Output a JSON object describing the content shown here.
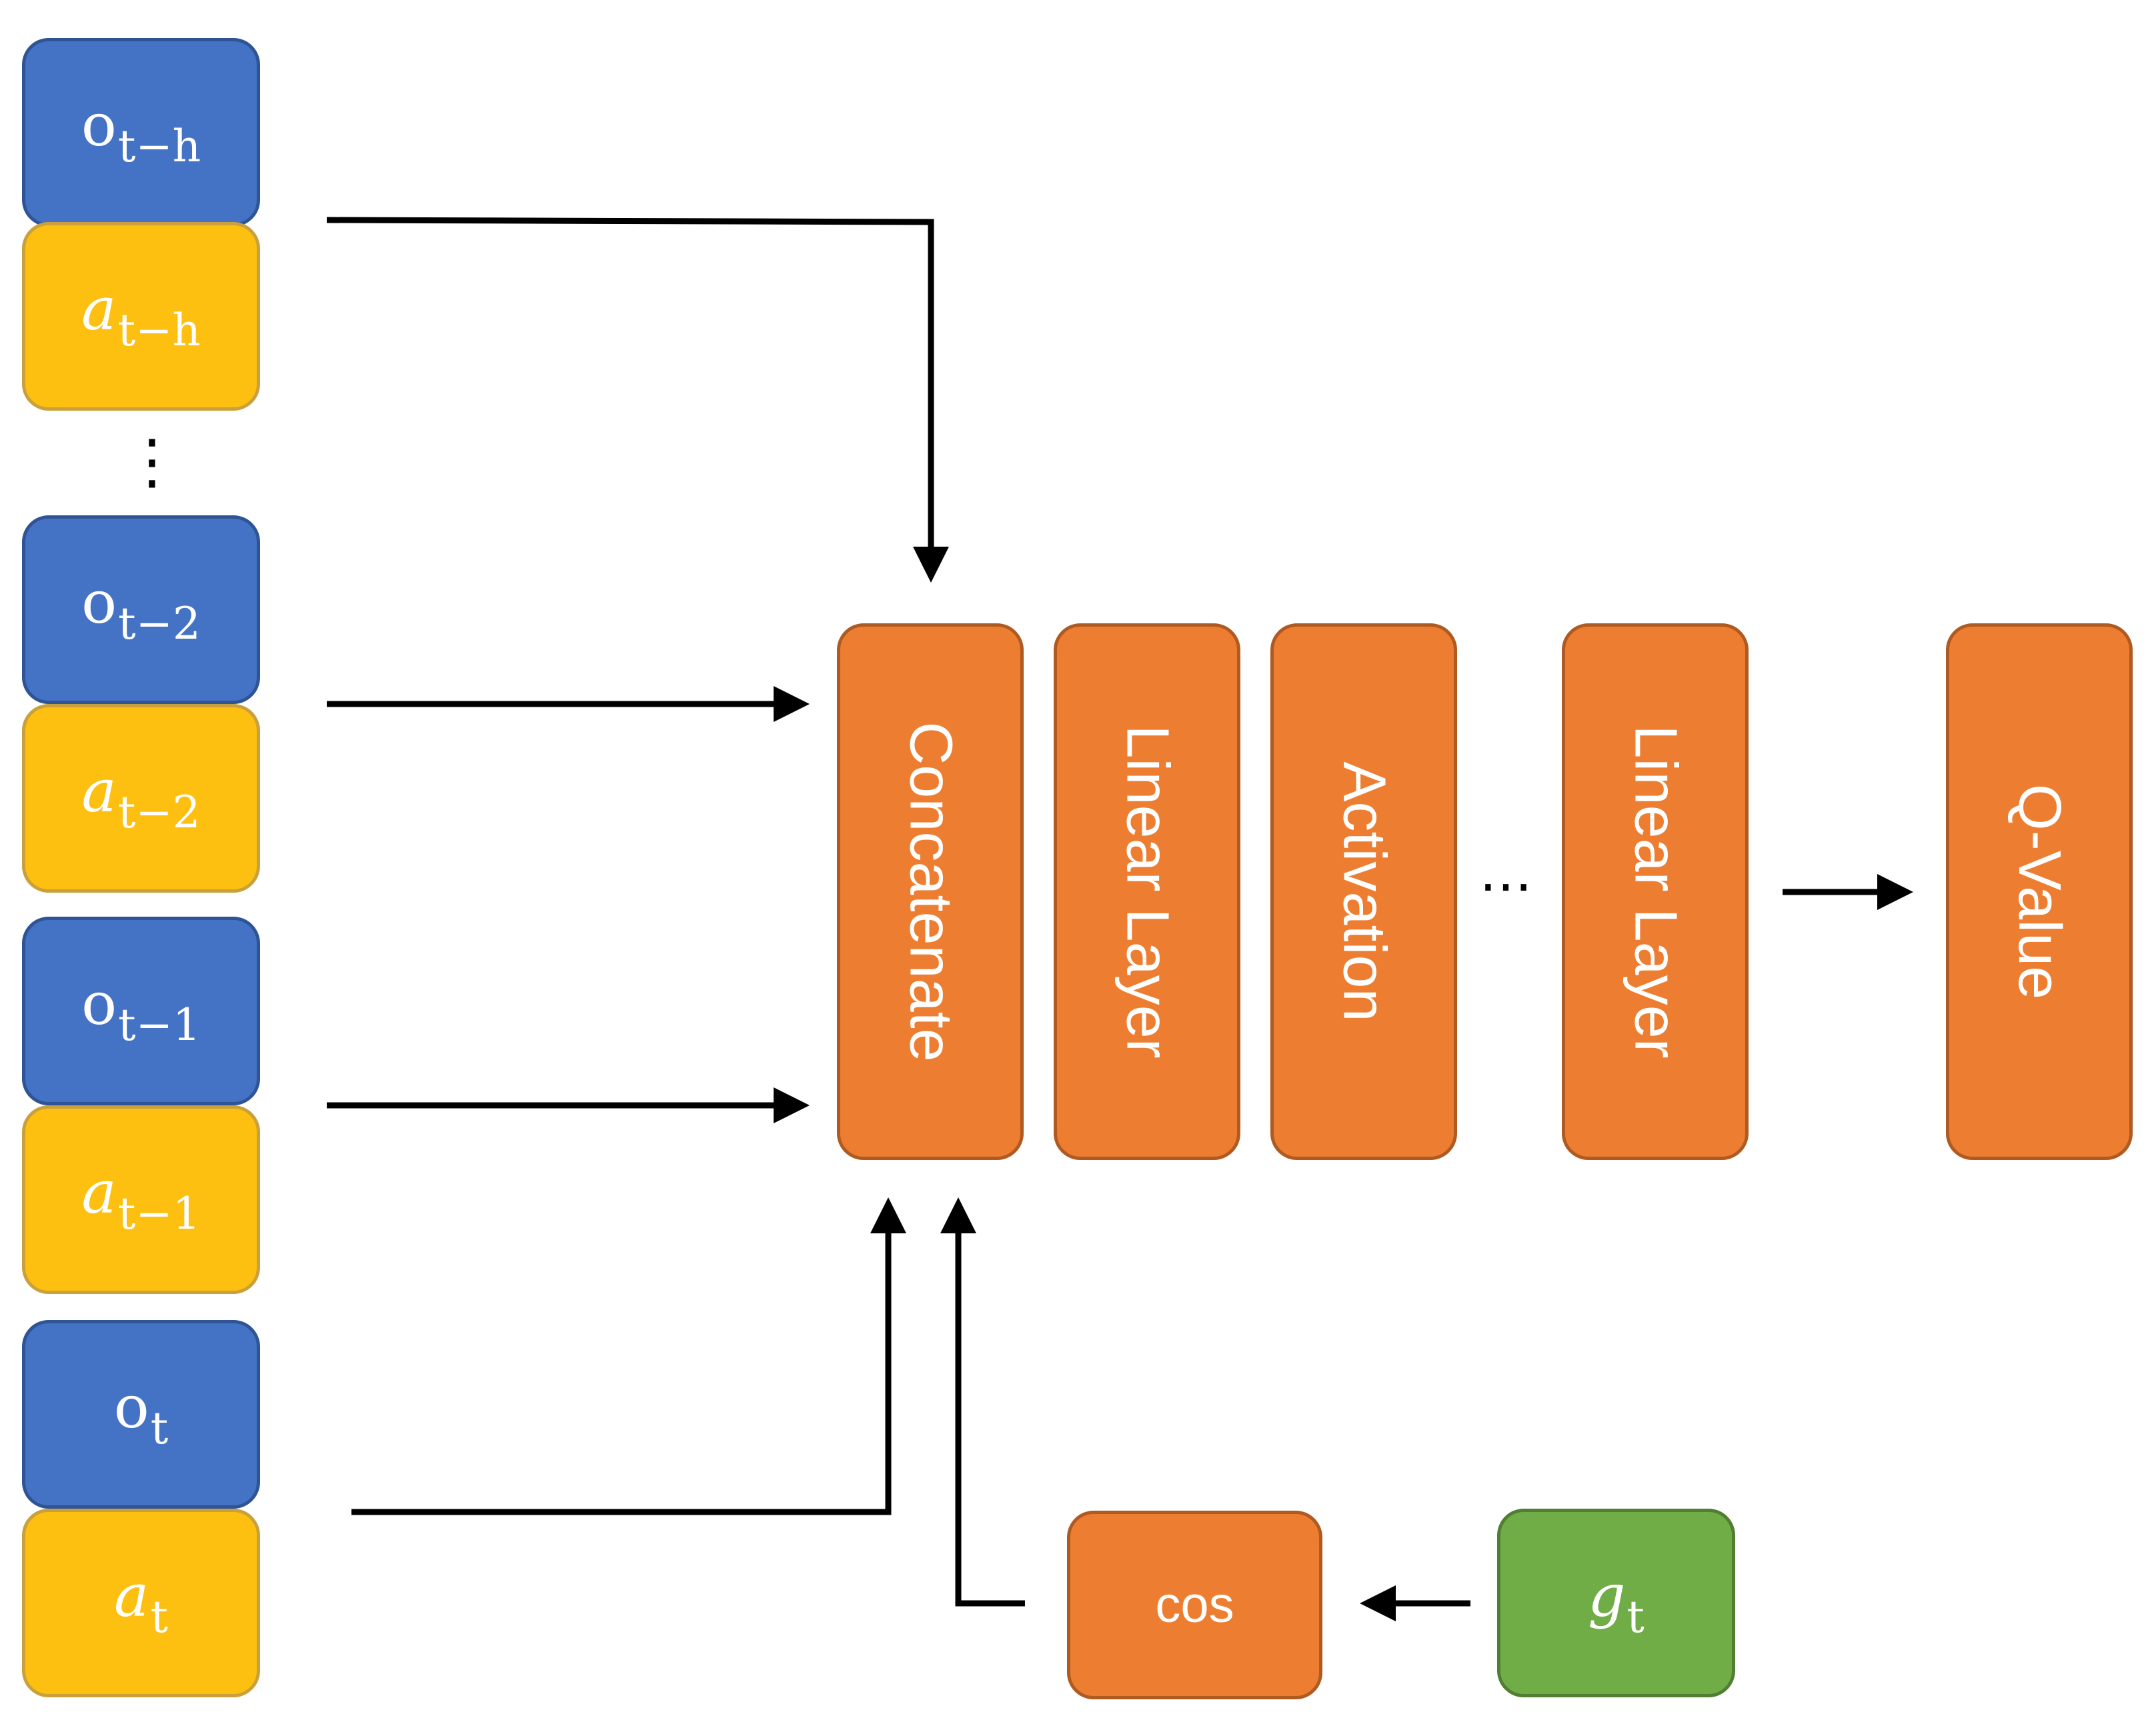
{
  "inputs": {
    "o_th": {
      "base": "o",
      "sub": "t−h"
    },
    "a_th": {
      "base": "a",
      "sub": "t−h"
    },
    "ellipsis_v": "⋮",
    "o_t2": {
      "base": "o",
      "sub": "t−2"
    },
    "a_t2": {
      "base": "a",
      "sub": "t−2"
    },
    "o_t1": {
      "base": "o",
      "sub": "t−1"
    },
    "a_t1": {
      "base": "a",
      "sub": "t−1"
    },
    "o_t": {
      "base": "o",
      "sub": "t"
    },
    "a_t": {
      "base": "a",
      "sub": "t"
    }
  },
  "network": {
    "concatenate": "Concatenate",
    "linear_layer_1": "Linear Layer",
    "activation": "Activation",
    "ellipsis_h": "⋯",
    "linear_layer_2": "Linear Layer",
    "output": "Q-Value"
  },
  "goal": {
    "cos": "cos",
    "g": {
      "base": "g",
      "sub": "t"
    }
  },
  "colors": {
    "observation": "#4472c4",
    "action": "#fdc010",
    "layer": "#ed7d31",
    "goal": "#70ad47",
    "arrow": "#000000"
  }
}
